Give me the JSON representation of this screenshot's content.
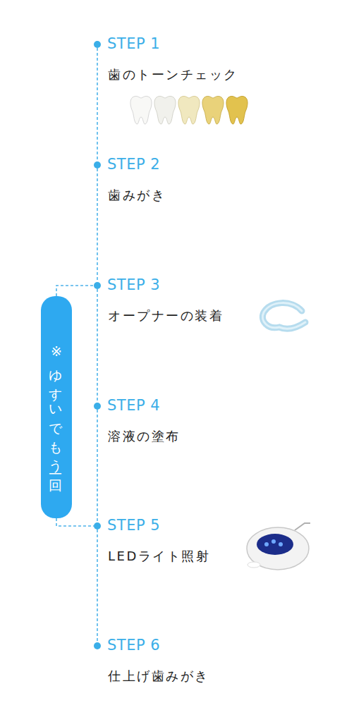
{
  "diagram": {
    "nodes": [
      {
        "text": [
          "STEP 1",
          "歯のトーンチェック"
        ]
      },
      {
        "text": [
          "STEP 2",
          "歯みがき"
        ]
      },
      {
        "text": [
          "STEP 3",
          "オープナーの装着"
        ]
      },
      {
        "text": [
          "STEP 4",
          "溶液の塗布"
        ]
      },
      {
        "text": [
          "STEP 5",
          "LEDライト照射"
        ]
      },
      {
        "text": [
          "STEP 6",
          "仕上げ歯みがき"
        ]
      },
      {
        "text": [
          "※ゆすいでもう一回"
        ]
      }
    ],
    "edges": [
      {
        "from": 0,
        "to": 1,
        "arrow": "none"
      },
      {
        "from": 1,
        "to": 2,
        "arrow": "none"
      },
      {
        "from": 2,
        "to": 3,
        "arrow": "none"
      },
      {
        "from": 3,
        "to": 4,
        "arrow": "none"
      },
      {
        "from": 4,
        "to": 5,
        "arrow": "none"
      },
      {
        "from": 6,
        "to": 2,
        "arrow": "none"
      },
      {
        "from": 6,
        "to": 4,
        "arrow": "none"
      }
    ]
  }
}
